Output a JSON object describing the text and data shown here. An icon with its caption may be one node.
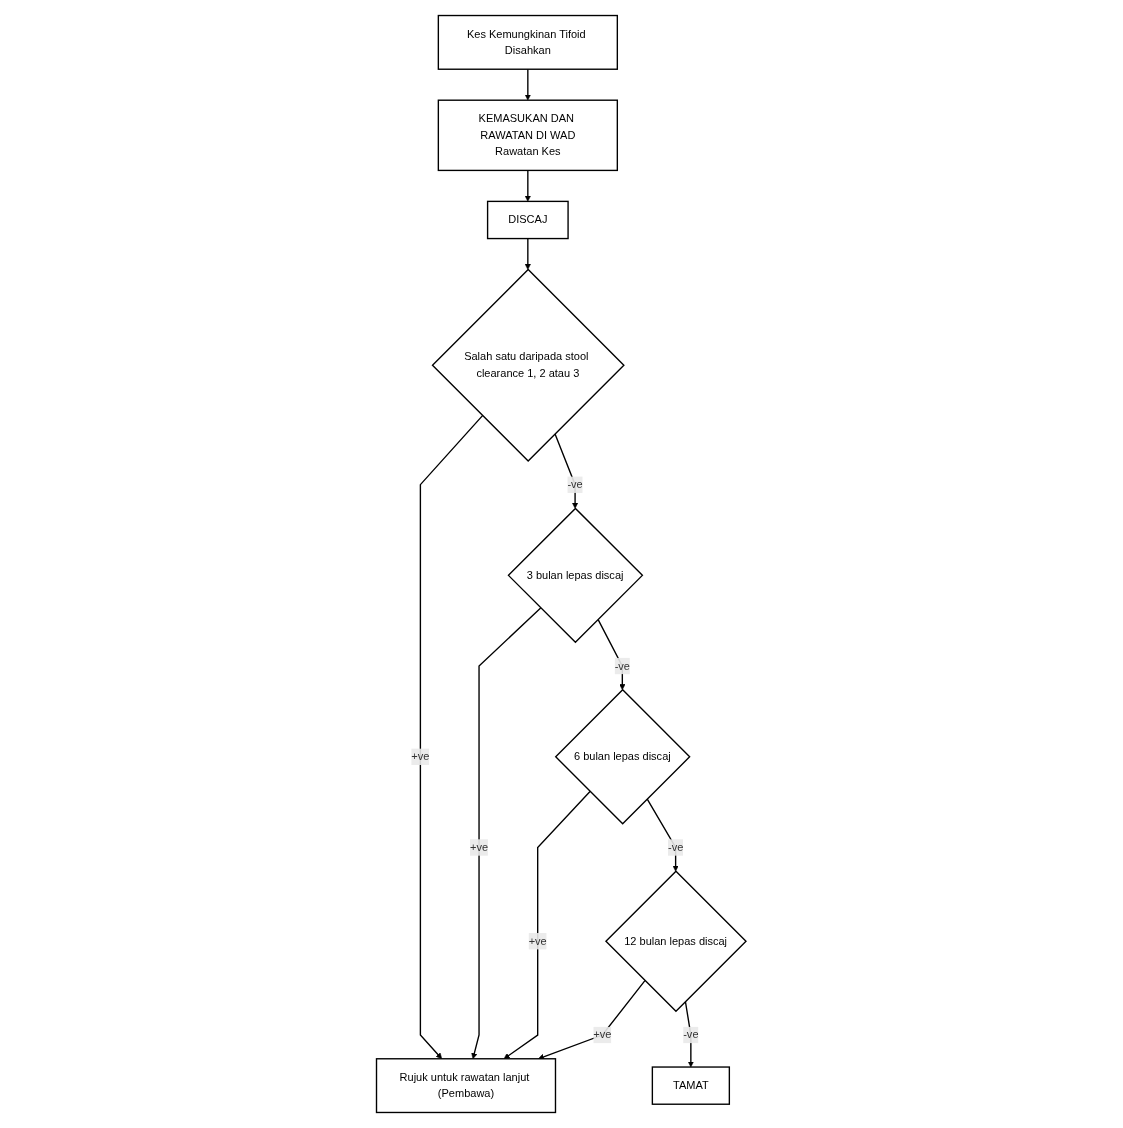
{
  "diagram": {
    "nodes": [
      {
        "text": [
          "Kes Kemungkinan Tifoid Disahkan"
        ]
      },
      {
        "text": [
          "KEMASUKAN DAN RAWATAN DI WAD",
          "Rawatan Kes"
        ]
      },
      {
        "text": [
          "DISCAJ"
        ]
      },
      {
        "text": [
          "Salah satu daripada stool clearance 1, 2 atau 3"
        ]
      },
      {
        "text": [
          "3 bulan lepas discaj"
        ]
      },
      {
        "text": [
          "Rujuk untuk rawatan lanjut (Pembawa)"
        ]
      },
      {
        "text": [
          "6 bulan lepas discaj"
        ]
      },
      {
        "text": [
          "12 bulan lepas discaj"
        ]
      },
      {
        "text": [
          "TAMAT"
        ]
      }
    ],
    "edges": [
      {
        "from": 0,
        "to": 1,
        "arrow": "to"
      },
      {
        "from": 1,
        "to": 2,
        "arrow": "to"
      },
      {
        "from": 2,
        "to": 3,
        "arrow": "to"
      },
      {
        "from": 3,
        "to": 5,
        "arrow": "to",
        "label": "+ve"
      },
      {
        "from": 3,
        "to": 4,
        "arrow": "to",
        "label": "-ve"
      },
      {
        "from": 4,
        "to": 5,
        "arrow": "to",
        "label": "+ve"
      },
      {
        "from": 4,
        "to": 6,
        "arrow": "to",
        "label": "-ve"
      },
      {
        "from": 6,
        "to": 5,
        "arrow": "to",
        "label": "+ve"
      },
      {
        "from": 6,
        "to": 7,
        "arrow": "to",
        "label": "-ve"
      },
      {
        "from": 7,
        "to": 5,
        "arrow": "to",
        "label": "+ve"
      },
      {
        "from": 7,
        "to": 8,
        "arrow": "to",
        "label": "-ve"
      }
    ]
  }
}
